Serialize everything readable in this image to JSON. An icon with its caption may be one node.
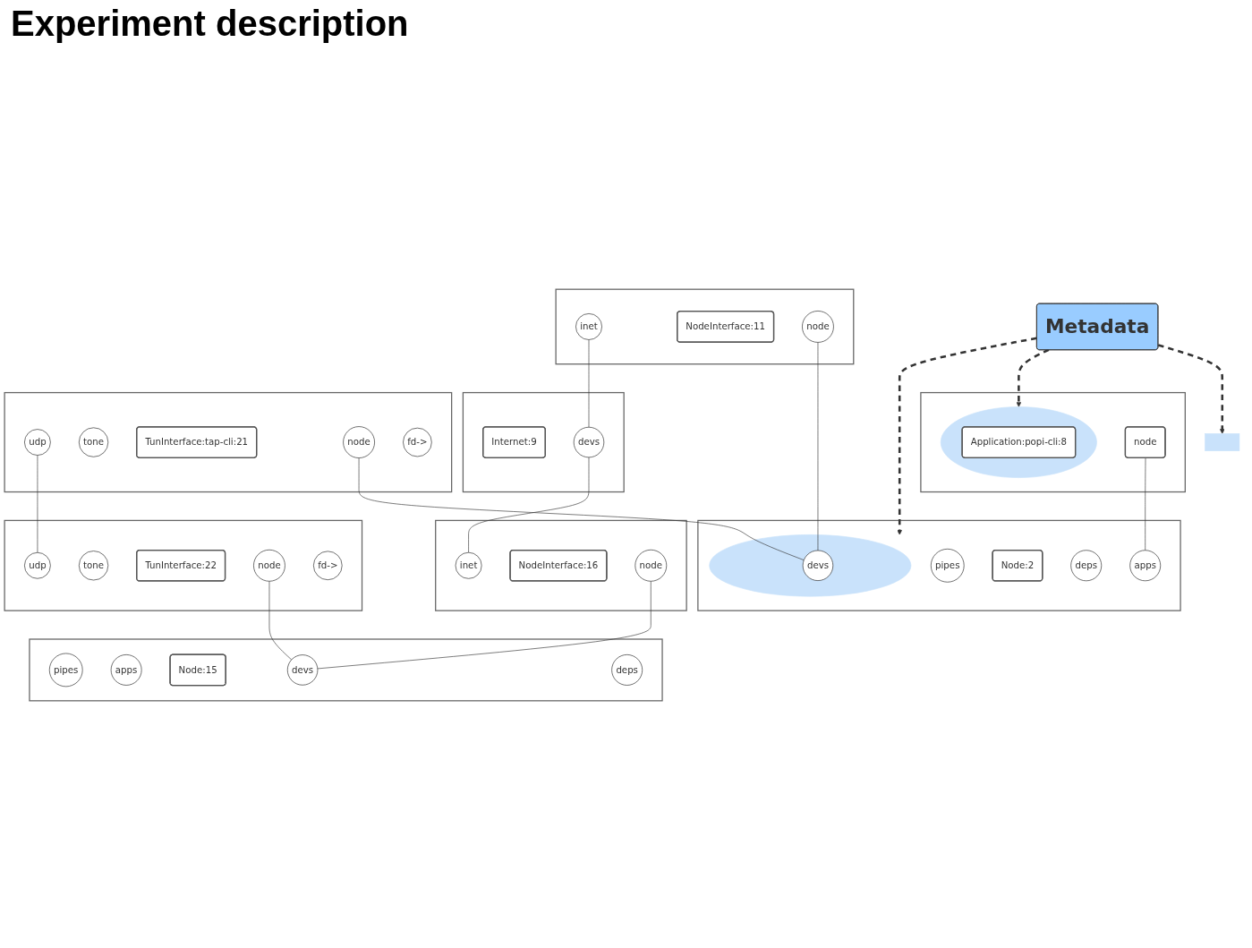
{
  "diagram": {
    "title": "Experiment description",
    "nodes": [
      {
        "text": [
          "Metadata"
        ]
      },
      {
        "text": [],
        "shape": "box"
      },
      {
        "text": [
          "Internet:9"
        ],
        "in": 1
      },
      {
        "text": [
          "devs"
        ],
        "in": 1
      },
      {
        "text": [],
        "shape": "box"
      },
      {
        "text": [
          "inet"
        ],
        "in": 4
      },
      {
        "text": [
          "NodeInterface:11"
        ],
        "in": 4
      },
      {
        "text": [
          "node"
        ],
        "in": 4
      },
      {
        "text": [],
        "shape": "box"
      },
      {
        "text": [
          "inet"
        ],
        "in": 8
      },
      {
        "text": [
          "NodeInterface:16"
        ],
        "in": 8
      },
      {
        "text": [
          "node"
        ],
        "in": 8
      },
      {
        "text": [],
        "shape": "box"
      },
      {
        "text": [],
        "shape": "circle",
        "in": 12
      },
      {
        "text": [
          "Application:popi-cli:8"
        ],
        "in": 13
      },
      {
        "text": [
          "node"
        ],
        "in": 12
      },
      {
        "text": [],
        "shape": "box"
      },
      {
        "text": [
          "pipes"
        ],
        "in": 16
      },
      {
        "text": [
          "apps"
        ],
        "in": 16
      },
      {
        "text": [
          "Node:2"
        ],
        "in": 16
      },
      {
        "text": [],
        "shape": "circle",
        "in": 16
      },
      {
        "text": [
          "devs"
        ],
        "in": 20
      },
      {
        "text": [
          "deps"
        ],
        "in": 16
      },
      {
        "text": [],
        "shape": "box"
      },
      {
        "text": [
          "pipes"
        ],
        "in": 23
      },
      {
        "text": [
          "apps"
        ],
        "in": 23
      },
      {
        "text": [
          "Node:15"
        ],
        "in": 23
      },
      {
        "text": [
          "devs"
        ],
        "in": 23
      },
      {
        "text": [
          "deps"
        ],
        "in": 23
      },
      {
        "text": [],
        "shape": "bar"
      },
      {
        "text": [],
        "shape": "box"
      },
      {
        "text": [
          "udp"
        ],
        "in": 30
      },
      {
        "text": [
          "tone"
        ],
        "in": 30
      },
      {
        "text": [
          "TunInterface:tap-cli:21"
        ],
        "in": 30
      },
      {
        "text": [
          "node"
        ],
        "in": 30
      },
      {
        "text": [
          "fd->"
        ],
        "in": 30
      },
      {
        "text": [],
        "shape": "box"
      },
      {
        "text": [
          "udp"
        ],
        "in": 36
      },
      {
        "text": [
          "tone"
        ],
        "in": 36
      },
      {
        "text": [
          "TunInterface:22"
        ],
        "in": 36
      },
      {
        "text": [
          "node"
        ],
        "in": 36
      },
      {
        "text": [
          "fd->"
        ],
        "in": 36
      }
    ],
    "edges": [
      {
        "from": 0,
        "to": 13,
        "arrow": "to",
        "style": "dashed"
      },
      {
        "from": 0,
        "to": 20,
        "arrow": "to",
        "style": "dashed"
      },
      {
        "from": 0,
        "to": 29,
        "arrow": "to",
        "style": "dashed"
      },
      {
        "from": 5,
        "to": 3,
        "arrow": "none"
      },
      {
        "from": 3,
        "to": 9,
        "arrow": "none"
      },
      {
        "from": 7,
        "to": 21,
        "arrow": "none"
      },
      {
        "from": 11,
        "to": 27,
        "arrow": "none"
      },
      {
        "from": 15,
        "to": 18,
        "arrow": "none"
      },
      {
        "from": 31,
        "to": 37,
        "arrow": "none"
      },
      {
        "from": 34,
        "to": 21,
        "arrow": "none"
      },
      {
        "from": 40,
        "to": 27,
        "arrow": "none"
      }
    ]
  }
}
